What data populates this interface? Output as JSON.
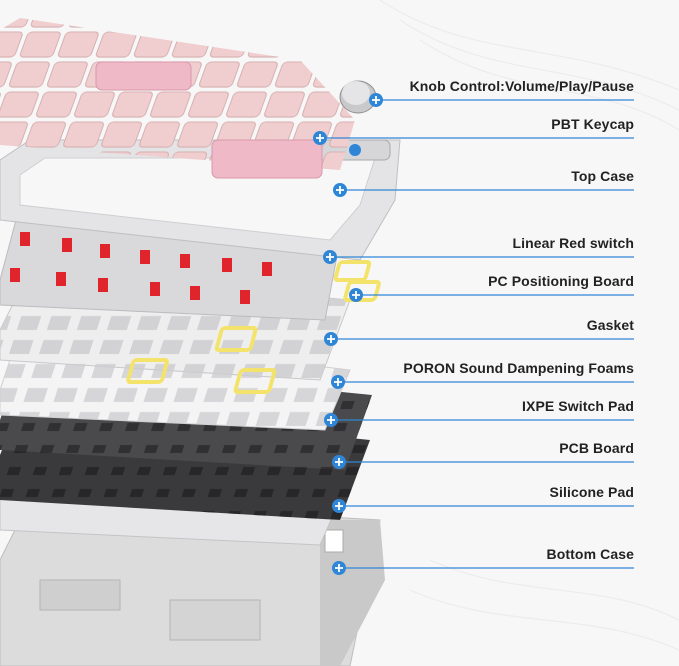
{
  "labels": [
    {
      "id": "knob",
      "text": "Knob Control:Volume/Play/Pause"
    },
    {
      "id": "keycap",
      "text": "PBT Keycap"
    },
    {
      "id": "top-case",
      "text": "Top Case"
    },
    {
      "id": "switch",
      "text": "Linear Red switch"
    },
    {
      "id": "plate",
      "text": "PC Positioning Board"
    },
    {
      "id": "gasket",
      "text": "Gasket"
    },
    {
      "id": "foam",
      "text": "PORON Sound Dampening Foams"
    },
    {
      "id": "ixpe",
      "text": "IXPE Switch Pad"
    },
    {
      "id": "pcb",
      "text": "PCB Board"
    },
    {
      "id": "silicone",
      "text": "Silicone Pad"
    },
    {
      "id": "bottom-case",
      "text": "Bottom Case"
    }
  ],
  "colors": {
    "accent_blue": "#2f86d6",
    "keycap_pink": "#f0b9c7",
    "keycap_cream": "#efe7d8",
    "switch_red": "#e0242c",
    "gasket_yellow": "#f3e36a",
    "pcb_dark": "#3a3a3c",
    "case_gray": "#dcdcdc"
  },
  "icons": [
    "plus-marker-icon"
  ]
}
